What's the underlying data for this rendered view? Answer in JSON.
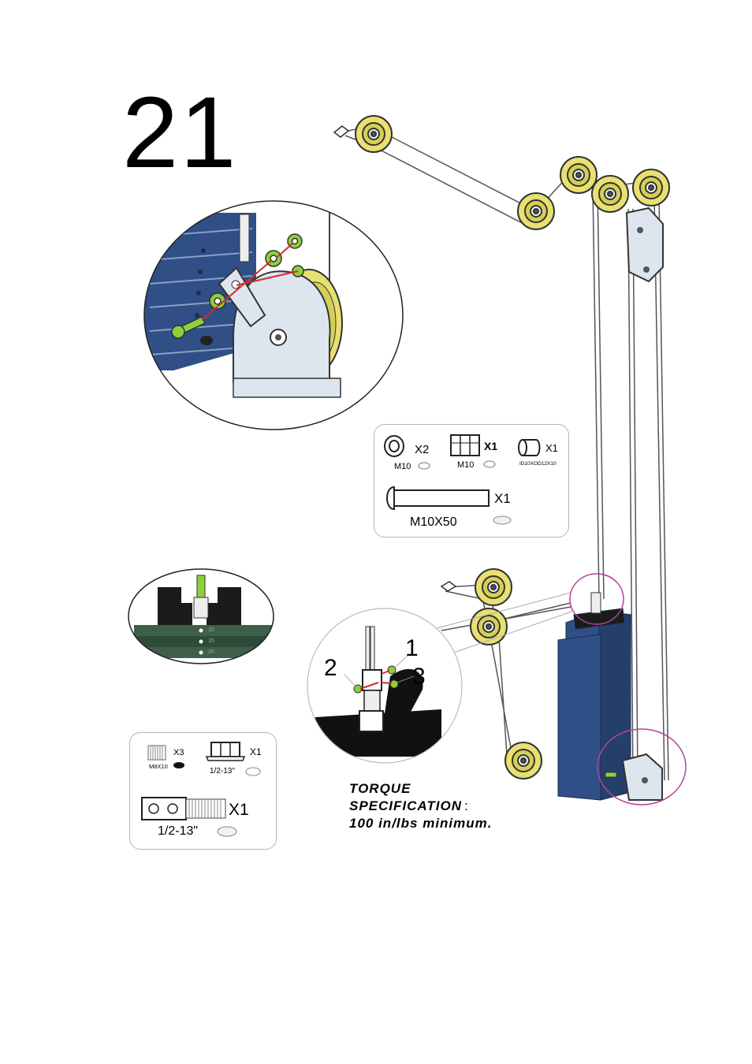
{
  "step": {
    "number": "21"
  },
  "parts_box_top": {
    "washer": {
      "qty": "X2",
      "size": "M10"
    },
    "nut": {
      "qty": "X1",
      "size": "M10"
    },
    "bushing": {
      "qty": "X1",
      "size": "ID10XOD12X10"
    },
    "bolt": {
      "qty": "X1",
      "size": "M10X50"
    }
  },
  "parts_box_bottom": {
    "setscrew": {
      "qty": "X3",
      "size": "M8X10"
    },
    "locknut": {
      "qty": "X1",
      "size": "1/2-13\""
    },
    "adapter": {
      "qty": "X1",
      "size": "1/2-13\""
    }
  },
  "detail_callouts": [
    "1",
    "2",
    "3"
  ],
  "weight_stack_numbers": [
    "10",
    "15",
    "20"
  ],
  "torque": {
    "line1": "TORQUE",
    "line2": "SPECIFICATION",
    "colon": ":",
    "line3": "100 in/lbs minimum."
  },
  "colors": {
    "pulley": "#e8e070",
    "weight_plate": "#2f4f86",
    "bracket": "#dde6ef",
    "hardware_green": "#8ed03a",
    "highlight_circle": "#b5429a"
  }
}
